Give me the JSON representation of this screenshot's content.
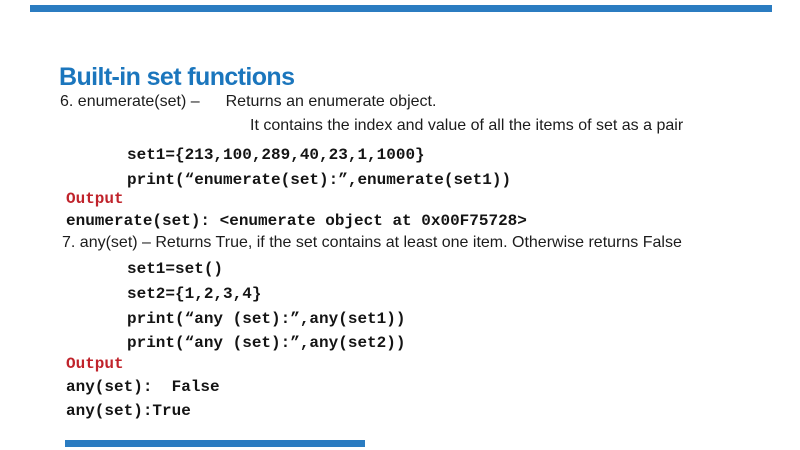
{
  "title": "Built-in set functions",
  "colors": {
    "title_blue": "#1b76bd",
    "accent_bar_blue": "#2b7cc1",
    "output_red": "#c0232b",
    "body_text": "#1c1c1c",
    "code_text": "#141414"
  },
  "content": {
    "item6_label": "6. enumerate(set) –",
    "item6_desc": "Returns an enumerate object.",
    "item6_desc2": "It contains the index and value of all the items of set as a pair",
    "code_set1_literal": "set1={213,100,289,40,23,1,1000}",
    "code_print_enumerate": "print(“enumerate(set):”,enumerate(set1))",
    "output_label1": "Output",
    "output_enumerate": "enumerate(set): <enumerate object at 0x00F75728>",
    "item7": "7. any(set) – Returns True, if the set contains at least one item. Otherwise returns False",
    "code_set1_empty": "set1=set()",
    "code_set2_literal": "set2={1,2,3,4}",
    "code_print_any1": "print(“any (set):”,any(set1))",
    "code_print_any2": "print(“any (set):”,any(set2))",
    "output_label2": "Output",
    "output_any_false": "any(set):  False",
    "output_any_true": "any(set):True"
  }
}
